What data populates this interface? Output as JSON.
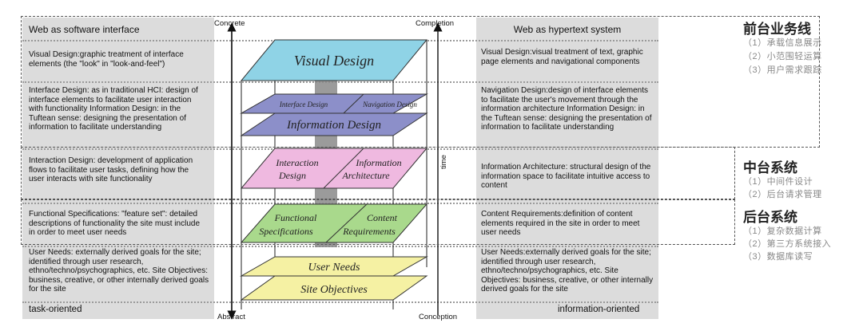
{
  "left_column": {
    "header": "Web as software interface",
    "visual": "Visual Design:graphic treatment of interface elements (the \"look\" in \"look-and-feel\")",
    "interface_info": "Interface Design: as in traditional HCI: design of interface elements to facilitate user interaction with functionality Information Design: in the Tuftean sense: designing the presentation of information to facilitate understanding",
    "interaction": "Interaction Design: development of application flows to facilitate user tasks, defining how the user interacts with site functionality",
    "functional": "Functional Specifications: \"feature set\": detailed descriptions of functionality the site must include in order to meet user needs",
    "user_needs": "User Needs: externally derived goals for the site; identified through user research, ethno/techno/psychographics, etc. Site Objectives: business, creative, or other internally derived goals for the site",
    "footer": "task-oriented"
  },
  "right_column": {
    "header": "Web as hypertext system",
    "visual": "Visual Design:visual treatment of text, graphic page elements and navigational components",
    "navigation_info": "Navigation Design:design of interface elements to facilitate the user's movement through the information architecture Information Design: in the Tuftean sense: designing the presentation of information to facilitate understanding",
    "info_arch": "Information Architecture: structural design of the information space to facilitate intuitive access to content",
    "content_req": "Content Requirements:definition of content elements required in the site in order to meet user needs",
    "user_needs": "User Needs:externally derived goals for the site; identified through user research, ethno/techno/psychographics, etc. Site Objectives: business, creative, or other internally derived goals for the site",
    "footer": "information-oriented"
  },
  "axes": {
    "concrete": "Concrete",
    "abstract": "Abstract",
    "completion": "Completion",
    "conception": "Conception",
    "time": "time"
  },
  "planes": {
    "visual_design": "Visual Design",
    "interface_design": "Interface Design",
    "navigation_design": "Navigation Design",
    "information_design": "Information Design",
    "interaction_design_1": "Interaction",
    "interaction_design_2": "Design",
    "information_architecture_1": "Information",
    "information_architecture_2": "Architecture",
    "functional_1": "Functional",
    "functional_2": "Specifications",
    "content_1": "Content",
    "content_2": "Requirements",
    "user_needs": "User Needs",
    "site_objectives": "Site Objectives"
  },
  "groups": [
    {
      "title": "前台业务线",
      "items": [
        "（1）承载信息展示",
        "（2）小范围轻运算",
        "（3）用户需求跟踪"
      ]
    },
    {
      "title": "中台系统",
      "items": [
        "（1）中间件设计",
        "（2）后台请求管理"
      ]
    },
    {
      "title": "后台系统",
      "items": [
        "（1）复杂数据计算",
        "（2）第三方系统接入",
        "（3）数据库读写"
      ]
    }
  ],
  "colors": {
    "visual": "#8fd3e6",
    "interface": "#8c8fc9",
    "interaction": "#efb9e0",
    "functional": "#a9d98c",
    "user_needs": "#f5f1a3",
    "panel": "#dcdcdc"
  }
}
